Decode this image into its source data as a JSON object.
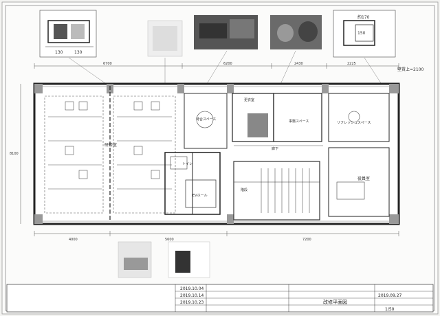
{
  "drawing": {
    "ceiling_note": "壁賃上=2100",
    "dimensions": {
      "detail_left_a": "130",
      "detail_left_b": "130",
      "detail_right_a": "約170",
      "detail_right_b": "150",
      "top_left": "6700",
      "top_mid": "6200",
      "top_right_a": "2430",
      "top_right_b": "2225",
      "left_side": "8100",
      "bottom_left": "4000",
      "bottom_mid": "5600",
      "bottom_right": "7200"
    },
    "rooms": {
      "west_room": "研修室",
      "waiting": "待合スペース",
      "ev_hall": "EVホール",
      "staff_room": "更衣室",
      "office": "事務スペース",
      "corridor": "廊下",
      "lounge": "リフレッシュスペース",
      "meeting": "役員室",
      "toilet": "トイレ",
      "stair": "階段"
    }
  },
  "title_block": {
    "revisions": [
      "2019.10.04",
      "2019.10.14",
      "2019.10.23"
    ],
    "date": "2019.09.27",
    "drawing_name": "改修平面図",
    "scale": "1/50"
  }
}
